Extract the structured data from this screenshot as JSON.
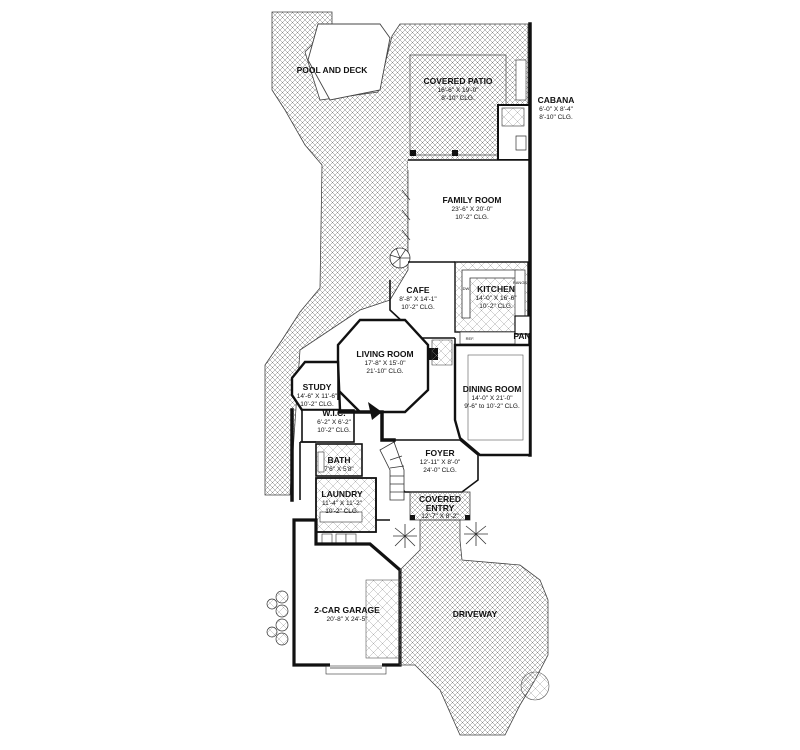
{
  "rooms": {
    "pool": {
      "title": "POOL AND DECK"
    },
    "patio": {
      "title": "COVERED PATIO",
      "dims": "16'-6\" X 19'-0\"",
      "clg": "8'-10\" CLG."
    },
    "cabana": {
      "title": "CABANA",
      "dims": "6'-0\" X 8'-4\"",
      "clg": "8'-10\" CLG."
    },
    "family": {
      "title": "FAMILY ROOM",
      "dims": "23'-6\" X 20'-0\"",
      "clg": "10'-2\" CLG."
    },
    "cafe": {
      "title": "CAFE",
      "dims": "8'-8\" X 14'-1\"",
      "clg": "10'-2\" CLG."
    },
    "kitchen": {
      "title": "KITCHEN",
      "dims": "14'-0\" X 16'-6\"",
      "clg": "10'-2\" CLG."
    },
    "pan": {
      "title": "PAN"
    },
    "living": {
      "title": "LIVING ROOM",
      "dims": "17'-8\" X 15'-0\"",
      "clg": "21'-10\" CLG."
    },
    "study": {
      "title": "STUDY",
      "dims": "14'-6\" X 11'-6\"",
      "clg": "10'-2\" CLG."
    },
    "wic": {
      "title": "W.I.C.",
      "dims": "6'-2\" X 6'-2\"",
      "clg": "10'-2\" CLG."
    },
    "dining": {
      "title": "DINING ROOM",
      "dims": "14'-0\" X 21'-0\"",
      "clg": "9'-6\" to 10'-2\" CLG."
    },
    "bath": {
      "title": "BATH",
      "dims": "7'6\" X 5'8\""
    },
    "foyer": {
      "title": "FOYER",
      "dims": "12'-11\" X 8'-0\"",
      "clg": "24'-0\" CLG."
    },
    "laundry": {
      "title": "LAUNDRY",
      "dims": "11'-4\" X 11'-2\"",
      "clg": "10'-2\" CLG."
    },
    "entry": {
      "title": "COVERED",
      "title2": "ENTRY",
      "dims": "12'-7\" X 8'-2\""
    },
    "garage": {
      "title": "2-CAR GARAGE",
      "dims": "20'-8\" X 24'-5\""
    },
    "driveway": {
      "title": "DRIVEWAY"
    }
  },
  "fixtures": {
    "range": "RANGE",
    "ref": "REF.",
    "dw": "DW",
    "sink": "SINK"
  },
  "colors": {
    "wall": "#111111",
    "hatch": "#555555",
    "background": "#ffffff"
  }
}
